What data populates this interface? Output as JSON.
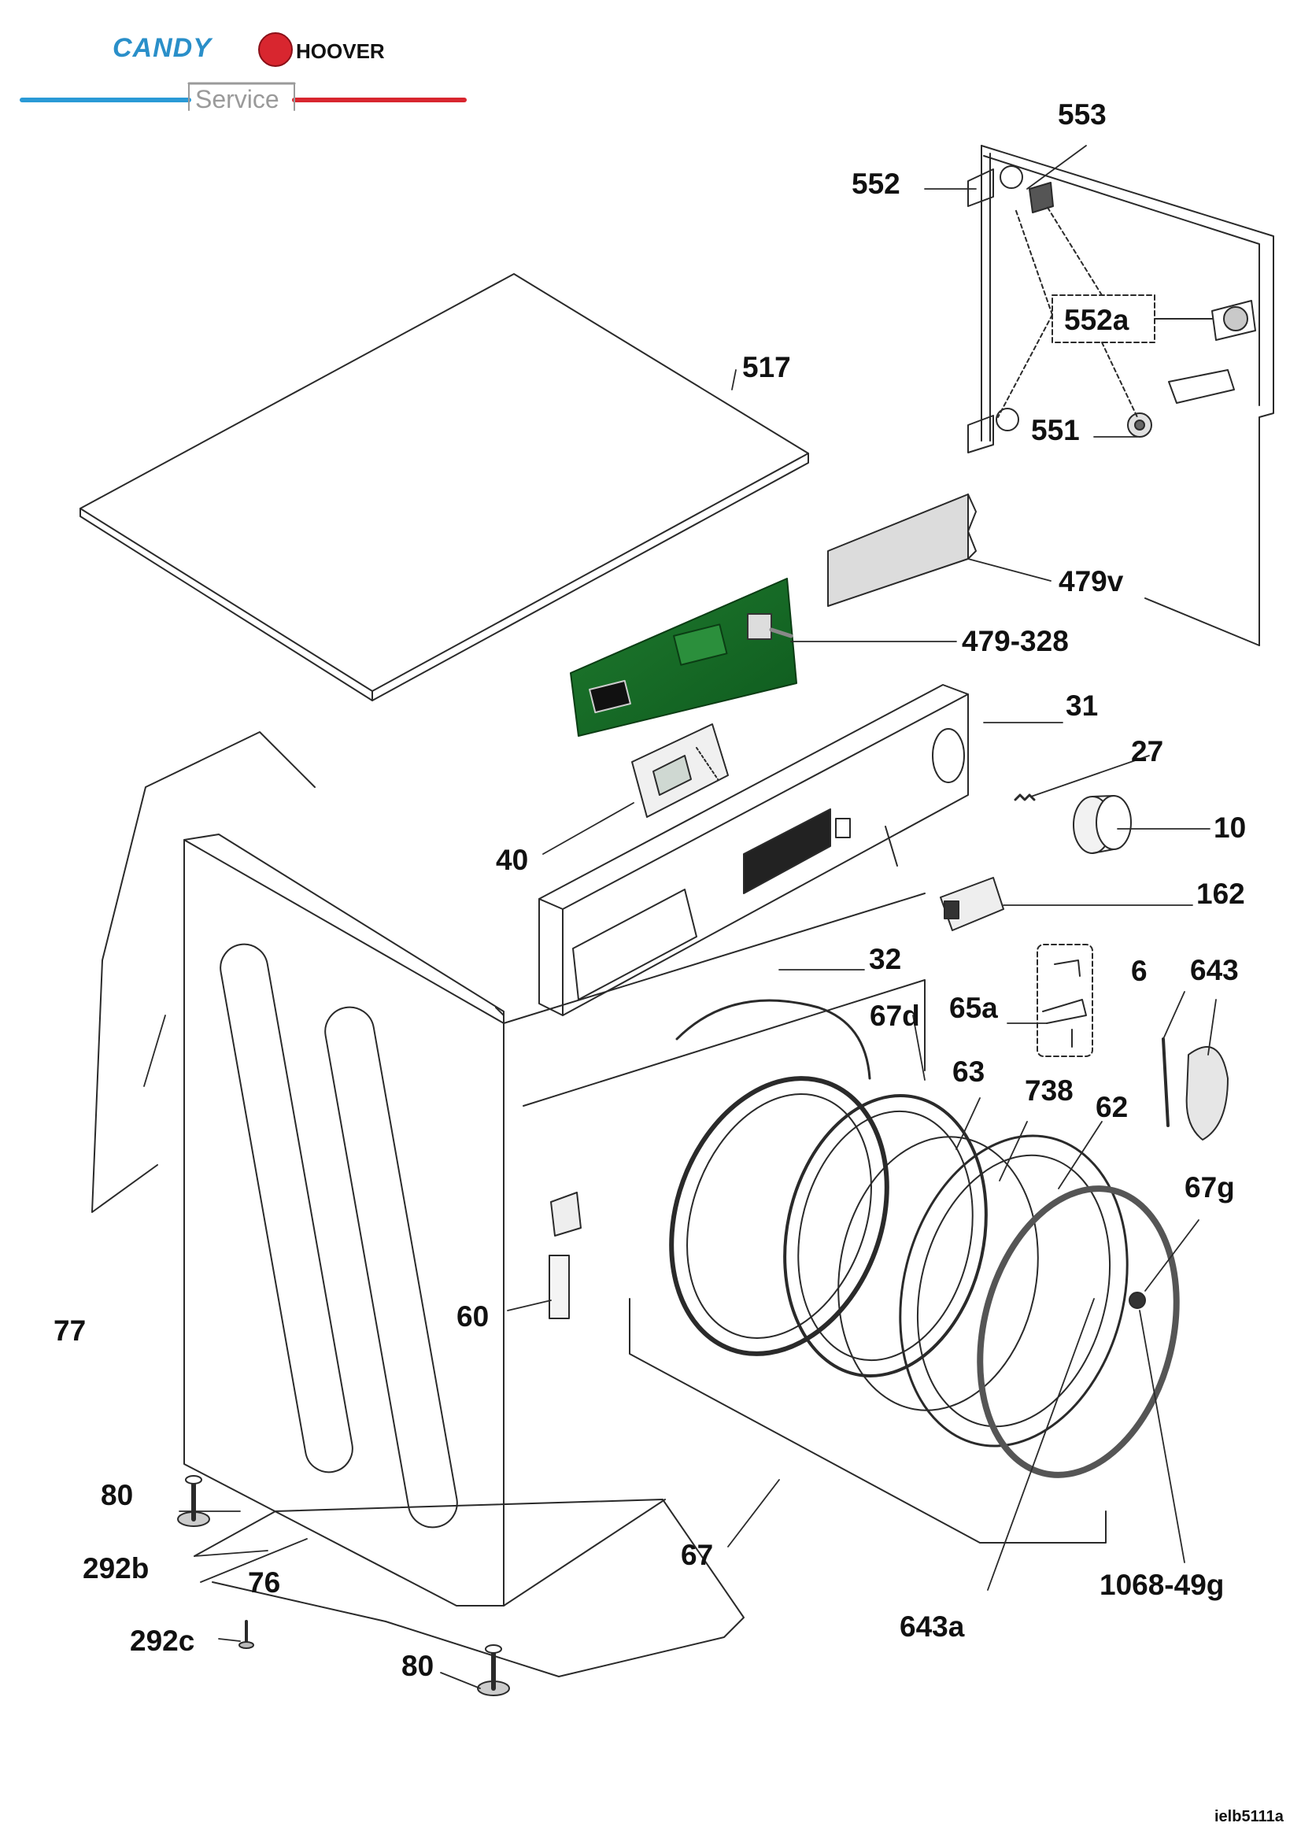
{
  "header": {
    "brand_candy": "CANDY",
    "brand_hoover": "HOOVER",
    "service": "Service",
    "colors": {
      "blue": "#2a9ad6",
      "red": "#d8262f",
      "grey": "#9a9a9a"
    }
  },
  "doc_id": "ielb5111a",
  "labels": {
    "p553": "553",
    "p552": "552",
    "p552a": "552a",
    "p551": "551",
    "p517": "517",
    "p479v": "479v",
    "p479_328": "479-328",
    "p31": "31",
    "p27": "27",
    "p10": "10",
    "p40": "40",
    "p162": "162",
    "p32": "32",
    "p65a": "65a",
    "p6": "6",
    "p643": "643",
    "p67d": "67d",
    "p63": "63",
    "p738": "738",
    "p62": "62",
    "p67g": "67g",
    "p77": "77",
    "p60": "60",
    "p80a": "80",
    "p292b": "292b",
    "p76": "76",
    "p67": "67",
    "p1068_49g": "1068-49g",
    "p643a": "643a",
    "p292c": "292c",
    "p80b": "80"
  }
}
